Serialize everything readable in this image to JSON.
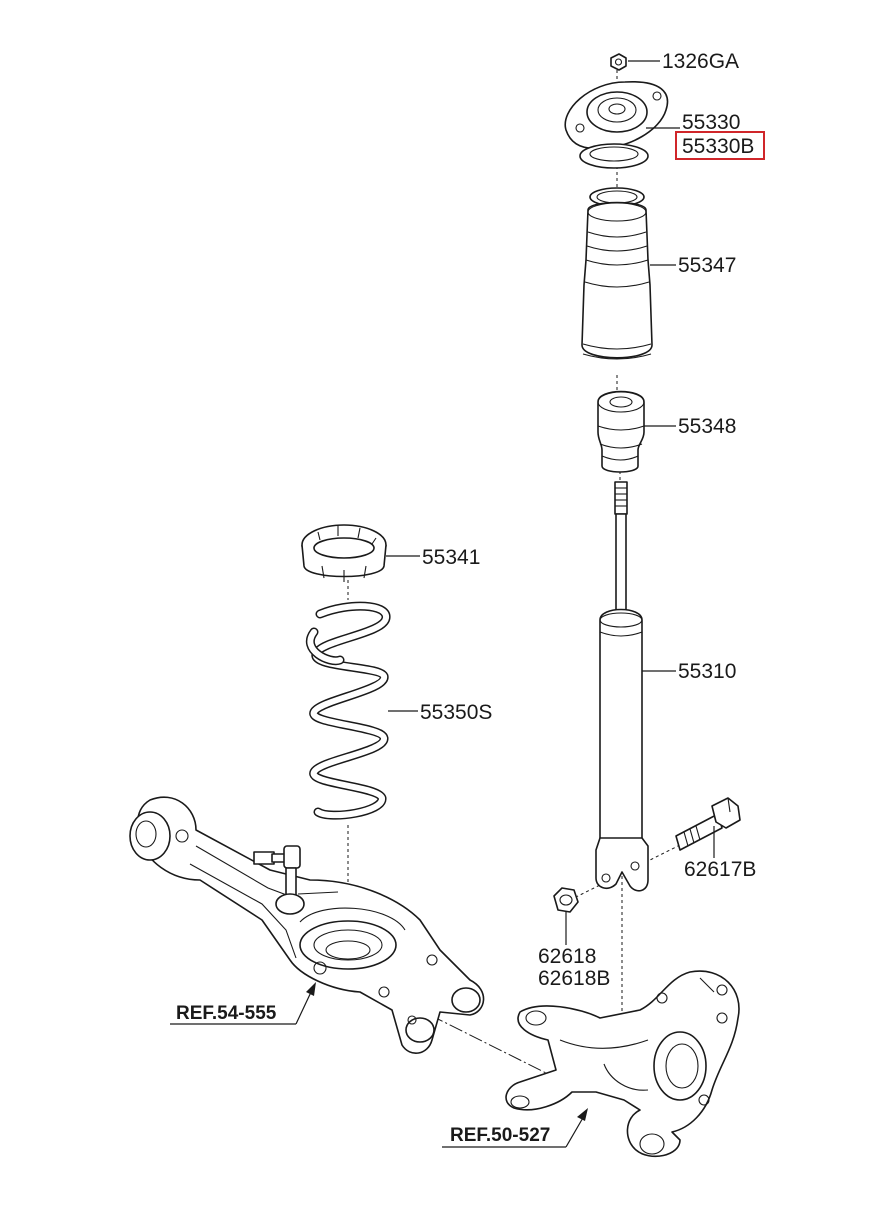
{
  "labels": {
    "nut_top": "1326GA",
    "mount": "55330",
    "mount_b": "55330B",
    "dust_cover": "55347",
    "bump_stopper": "55348",
    "spring_pad": "55341",
    "coil_spring": "55350S",
    "shock_absorber": "55310",
    "bolt": "62617B",
    "nut_lower_1": "62618",
    "nut_lower_2": "62618B"
  },
  "refs": {
    "lower_arm": "REF.54-555",
    "knuckle": "REF.50-527"
  },
  "highlight_color": "#d0262a"
}
